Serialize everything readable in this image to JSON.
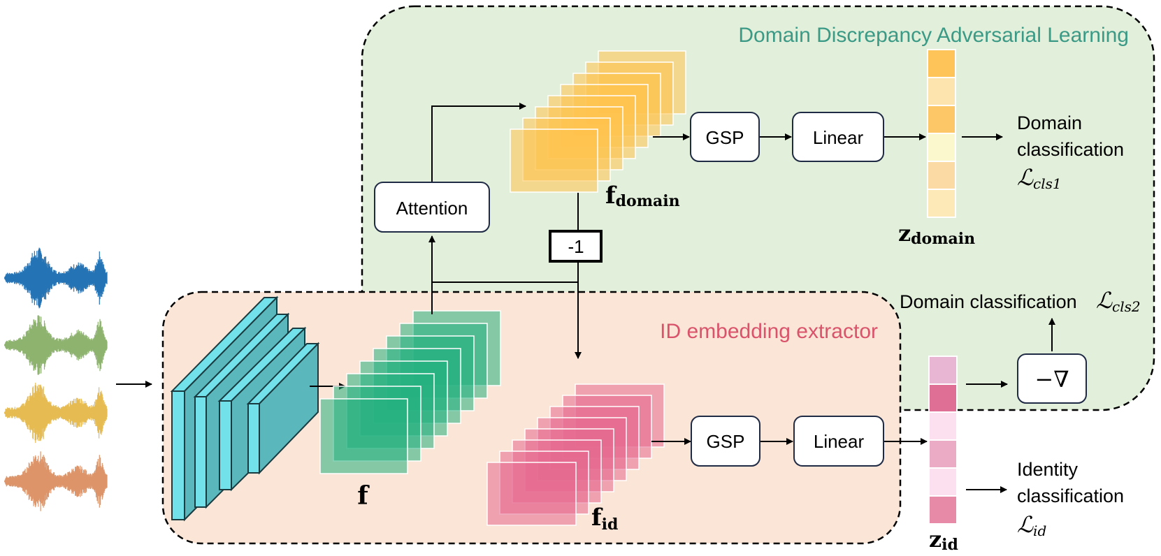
{
  "regions": {
    "domain_title": "Domain Discrepancy Adversarial Learning",
    "id_title": "ID embedding extractor"
  },
  "colors": {
    "domain_region_fill": "#e2efda",
    "id_region_fill": "#fbe5d6",
    "domain_title": "#3b9a86",
    "id_title": "#d9536b",
    "cnn_face": "#5ab8bd",
    "cnn_side": "#72e1ea",
    "feature_f": "#24b07f",
    "feature_domain": "#ffc24d",
    "feature_id": "#e66a90",
    "wave_1": "#2473b5",
    "wave_2": "#8db36e",
    "wave_3": "#e5bb52",
    "wave_4": "#dd9468"
  },
  "blocks": {
    "attention": "Attention",
    "gsp_domain": "GSP",
    "linear_domain": "Linear",
    "gsp_id": "GSP",
    "linear_id": "Linear",
    "neg_one": "-1",
    "grad_reverse": "−∇"
  },
  "features": {
    "f": "f",
    "f_domain_main": "f",
    "f_domain_sub": "domain",
    "f_id_main": "f",
    "f_id_sub": "id"
  },
  "embeddings": {
    "z_domain_main": "z",
    "z_domain_sub": "domain",
    "z_id_main": "z",
    "z_id_sub": "id",
    "z_domain_cells": [
      "#fec45a",
      "#fde4ae",
      "#fdc667",
      "#fcf8ce",
      "#fcdaa4",
      "#fde8b8"
    ],
    "z_id_cells": [
      "#e8b5d2",
      "#df6f95",
      "#fce0ef",
      "#ecabc4",
      "#fce0ef",
      "#e78aa7"
    ]
  },
  "outputs": {
    "domain_cls1_line1": "Domain",
    "domain_cls1_line2": "classification",
    "loss_cls1_main": "ℒ",
    "loss_cls1_sub": "cls1",
    "domain_cls2_text": "Domain classification",
    "loss_cls2_main": "ℒ",
    "loss_cls2_sub": "cls2",
    "identity_line1": "Identity",
    "identity_line2": "classification",
    "loss_id_main": "ℒ",
    "loss_id_sub": "id"
  }
}
